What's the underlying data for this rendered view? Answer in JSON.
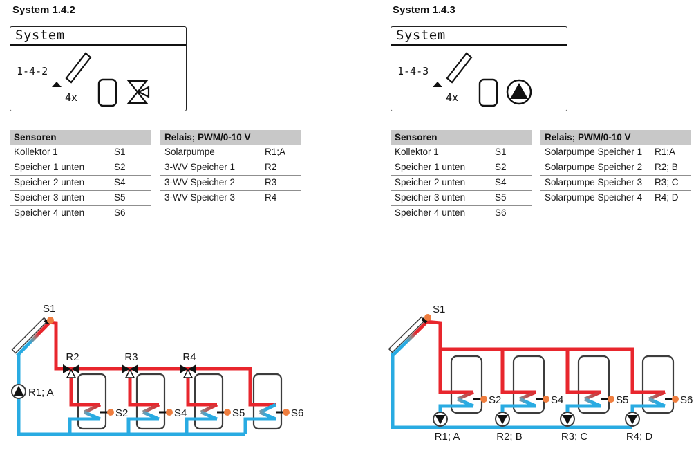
{
  "colors": {
    "pipe_red": "#e8262d",
    "pipe_blue": "#29abe2",
    "sensor_orange": "#ef7d3e",
    "outline_dark": "#3c3c3c",
    "table_header_bg": "#c8c8c8"
  },
  "systems": [
    {
      "title": "System 1.4.2",
      "display": {
        "header": "System",
        "code": "1-4-2",
        "multiplier": "4x",
        "icons": [
          "collector-icon",
          "storage-tank-icon",
          "three-way-valve-icon"
        ]
      },
      "sensor_table": {
        "title": "Sensoren",
        "rows": [
          {
            "label": "Kollektor 1",
            "value": "S1"
          },
          {
            "label": "Speicher 1 unten",
            "value": "S2"
          },
          {
            "label": "Speicher 2 unten",
            "value": "S4"
          },
          {
            "label": "Speicher 3 unten",
            "value": "S5"
          },
          {
            "label": "Speicher 4 unten",
            "value": "S6"
          }
        ]
      },
      "relay_table": {
        "title": "Relais; PWM/0-10 V",
        "rows": [
          {
            "label": "Solarpumpe",
            "value": "R1;A"
          },
          {
            "label": "3-WV Speicher 1",
            "value": "R2"
          },
          {
            "label": "3-WV Speicher 2",
            "value": "R3"
          },
          {
            "label": "3-WV Speicher 3",
            "value": "R4"
          }
        ]
      },
      "diagram": {
        "collector_sensor": "S1",
        "pump": "R1; A",
        "valves": [
          "R2",
          "R3",
          "R4"
        ],
        "tank_sensors": [
          "S2",
          "S4",
          "S5",
          "S6"
        ]
      }
    },
    {
      "title": "System 1.4.3",
      "display": {
        "header": "System",
        "code": "1-4-3",
        "multiplier": "4x",
        "icons": [
          "collector-icon",
          "storage-tank-icon",
          "pump-icon"
        ]
      },
      "sensor_table": {
        "title": "Sensoren",
        "rows": [
          {
            "label": "Kollektor 1",
            "value": "S1"
          },
          {
            "label": "Speicher 1 unten",
            "value": "S2"
          },
          {
            "label": "Speicher 2 unten",
            "value": "S4"
          },
          {
            "label": "Speicher 3 unten",
            "value": "S5"
          },
          {
            "label": "Speicher 4 unten",
            "value": "S6"
          }
        ]
      },
      "relay_table": {
        "title": "Relais; PWM/0-10 V",
        "rows": [
          {
            "label": "Solarpumpe Speicher 1",
            "value": "R1;A"
          },
          {
            "label": "Solarpumpe Speicher 2",
            "value": "R2; B"
          },
          {
            "label": "Solarpumpe Speicher 3",
            "value": "R3; C"
          },
          {
            "label": "Solarpumpe Speicher 4",
            "value": "R4; D"
          }
        ]
      },
      "diagram": {
        "collector_sensor": "S1",
        "pumps": [
          "R1; A",
          "R2; B",
          "R3; C",
          "R4; D"
        ],
        "tank_sensors": [
          "S2",
          "S4",
          "S5",
          "S6"
        ]
      }
    }
  ]
}
